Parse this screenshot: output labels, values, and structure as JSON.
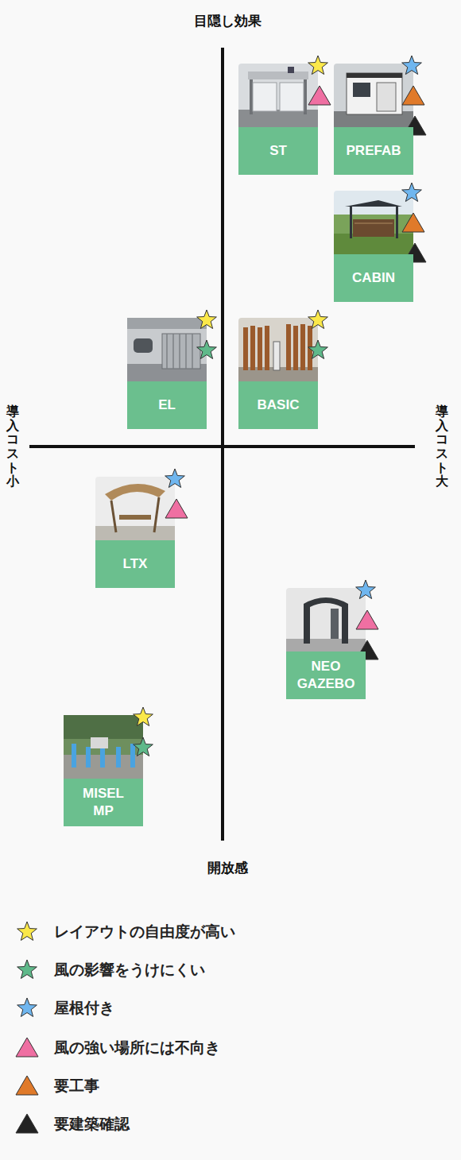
{
  "diagram": {
    "nodes": [
      {
        "text": [
          "ST"
        ]
      },
      {
        "text": [
          "PREFAB"
        ]
      },
      {
        "text": [
          "CABIN"
        ]
      },
      {
        "text": [
          "EL"
        ]
      },
      {
        "text": [
          "BASIC"
        ]
      },
      {
        "text": [
          "LTX"
        ]
      },
      {
        "text": [
          "NEO GAZEBO"
        ]
      },
      {
        "text": [
          "MISEL MP"
        ]
      }
    ],
    "labels": [
      "目隠し効果",
      "導入コスト小",
      "導入コスト大",
      "開放感"
    ],
    "legend": [
      {
        "text": "レイアウトの自由度が高い"
      },
      {
        "text": "風の影響をうけにくい"
      },
      {
        "text": "屋根付き"
      },
      {
        "text": "風の強い場所には不向き"
      },
      {
        "text": "要工事"
      },
      {
        "text": "要建築確認"
      }
    ]
  }
}
